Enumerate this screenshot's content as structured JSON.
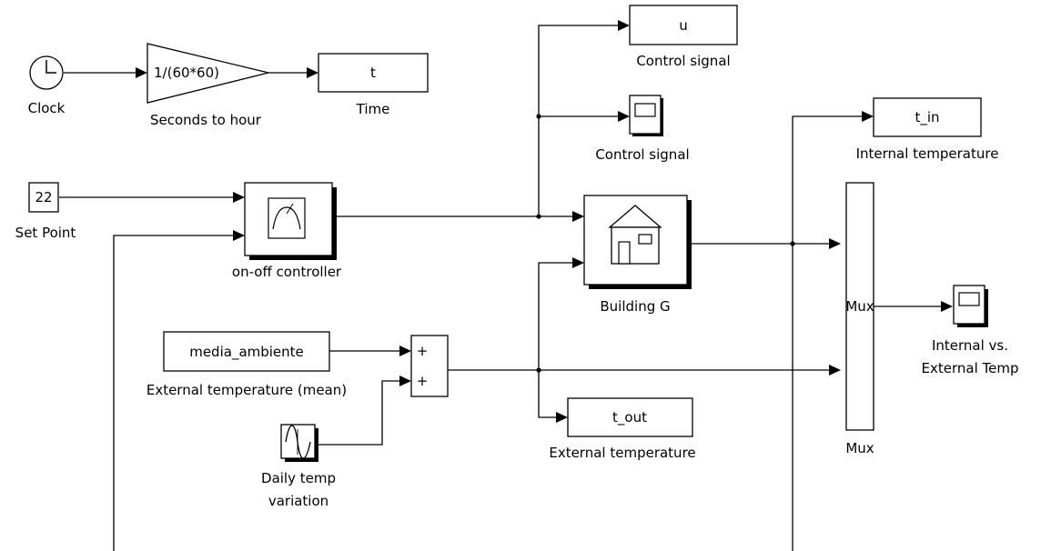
{
  "blocks": {
    "clock": {
      "label": "Clock"
    },
    "gain": {
      "value": "1/(60*60)",
      "label": "Seconds to hour"
    },
    "time": {
      "value": "t",
      "label": "Time"
    },
    "control_u": {
      "value": "u",
      "label": "Control signal"
    },
    "control_scope": {
      "label": "Control signal"
    },
    "t_in": {
      "value": "t_in",
      "label": "Internal temperature"
    },
    "set_point": {
      "value": "22",
      "label": "Set Point"
    },
    "controller": {
      "label": "on-off controller"
    },
    "building": {
      "label": "Building G"
    },
    "mux": {
      "value": "Mux",
      "label": "Mux"
    },
    "scope_temp": {
      "label_line1": "Internal vs.",
      "label_line2": "External Temp"
    },
    "media": {
      "value": "media_ambiente",
      "label": "External temperature (mean)"
    },
    "sum": {
      "sign1": "+",
      "sign2": "+"
    },
    "sine": {
      "label_line1": "Daily temp",
      "label_line2": "variation"
    },
    "t_out": {
      "value": "t_out",
      "label": "External temperature"
    }
  }
}
